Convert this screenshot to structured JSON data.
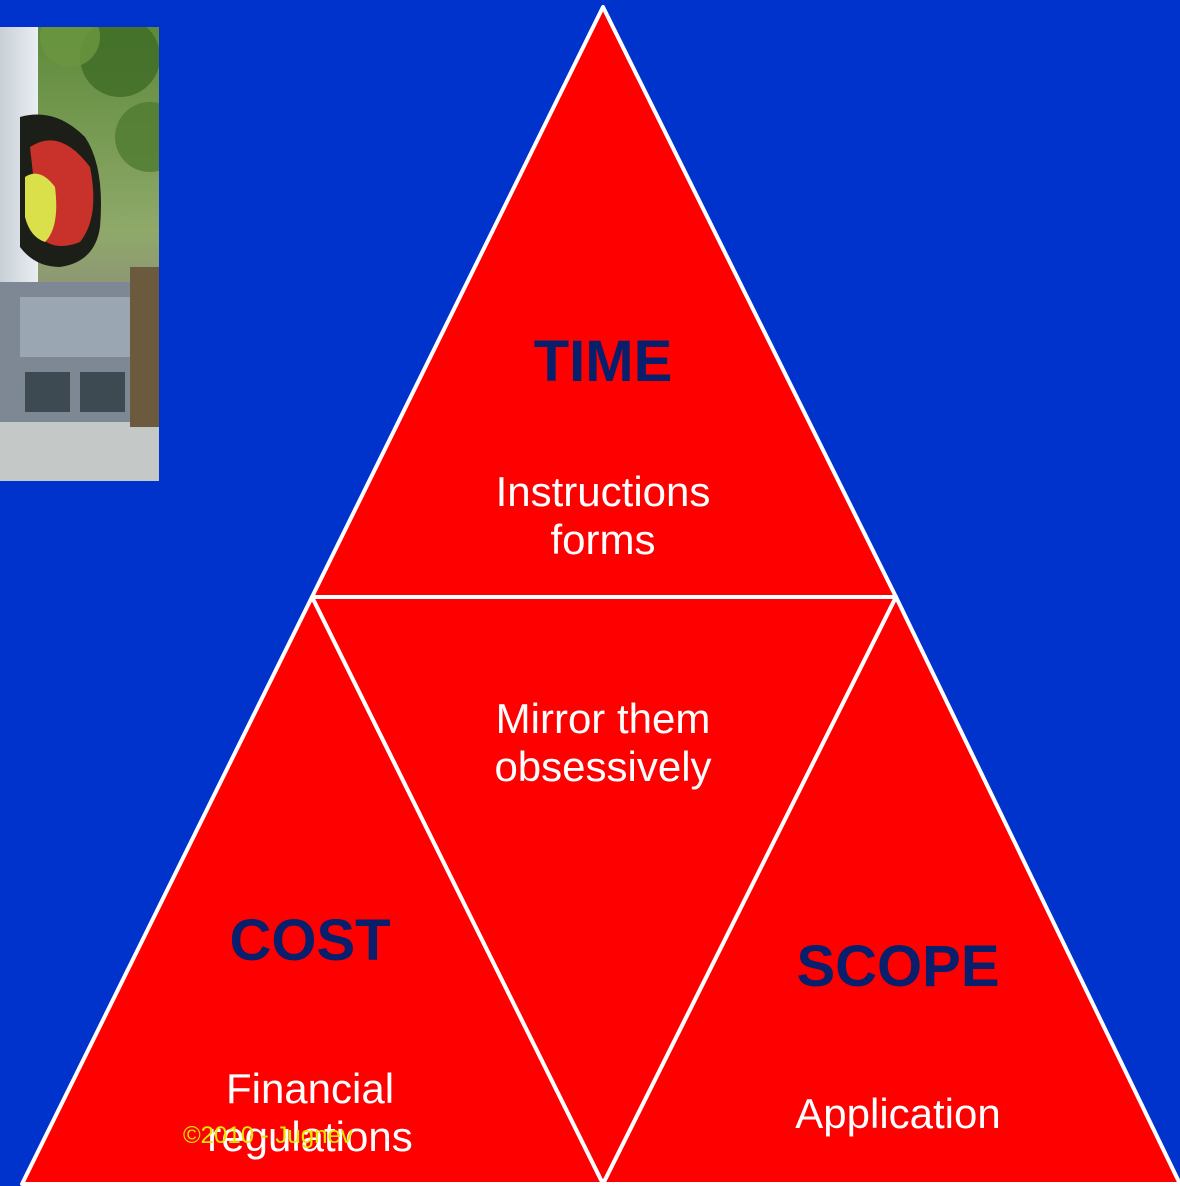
{
  "diagram": {
    "top": {
      "heading": "TIME",
      "body": [
        "Instructions",
        "forms"
      ]
    },
    "center": {
      "body": [
        "Mirror them",
        "obsessively"
      ]
    },
    "left": {
      "heading": "COST",
      "body": [
        "Financial",
        "regulations"
      ]
    },
    "right": {
      "heading": "SCOPE",
      "body": [
        "Application"
      ]
    }
  },
  "copyright": "©2010 - Jugnev",
  "colors": {
    "background": "#0033cc",
    "triangle_fill": "#ff0000",
    "edge": "#ffffff",
    "heading": "#0a1f6b",
    "body_text": "#ffffff",
    "copyright": "#e6e600"
  }
}
